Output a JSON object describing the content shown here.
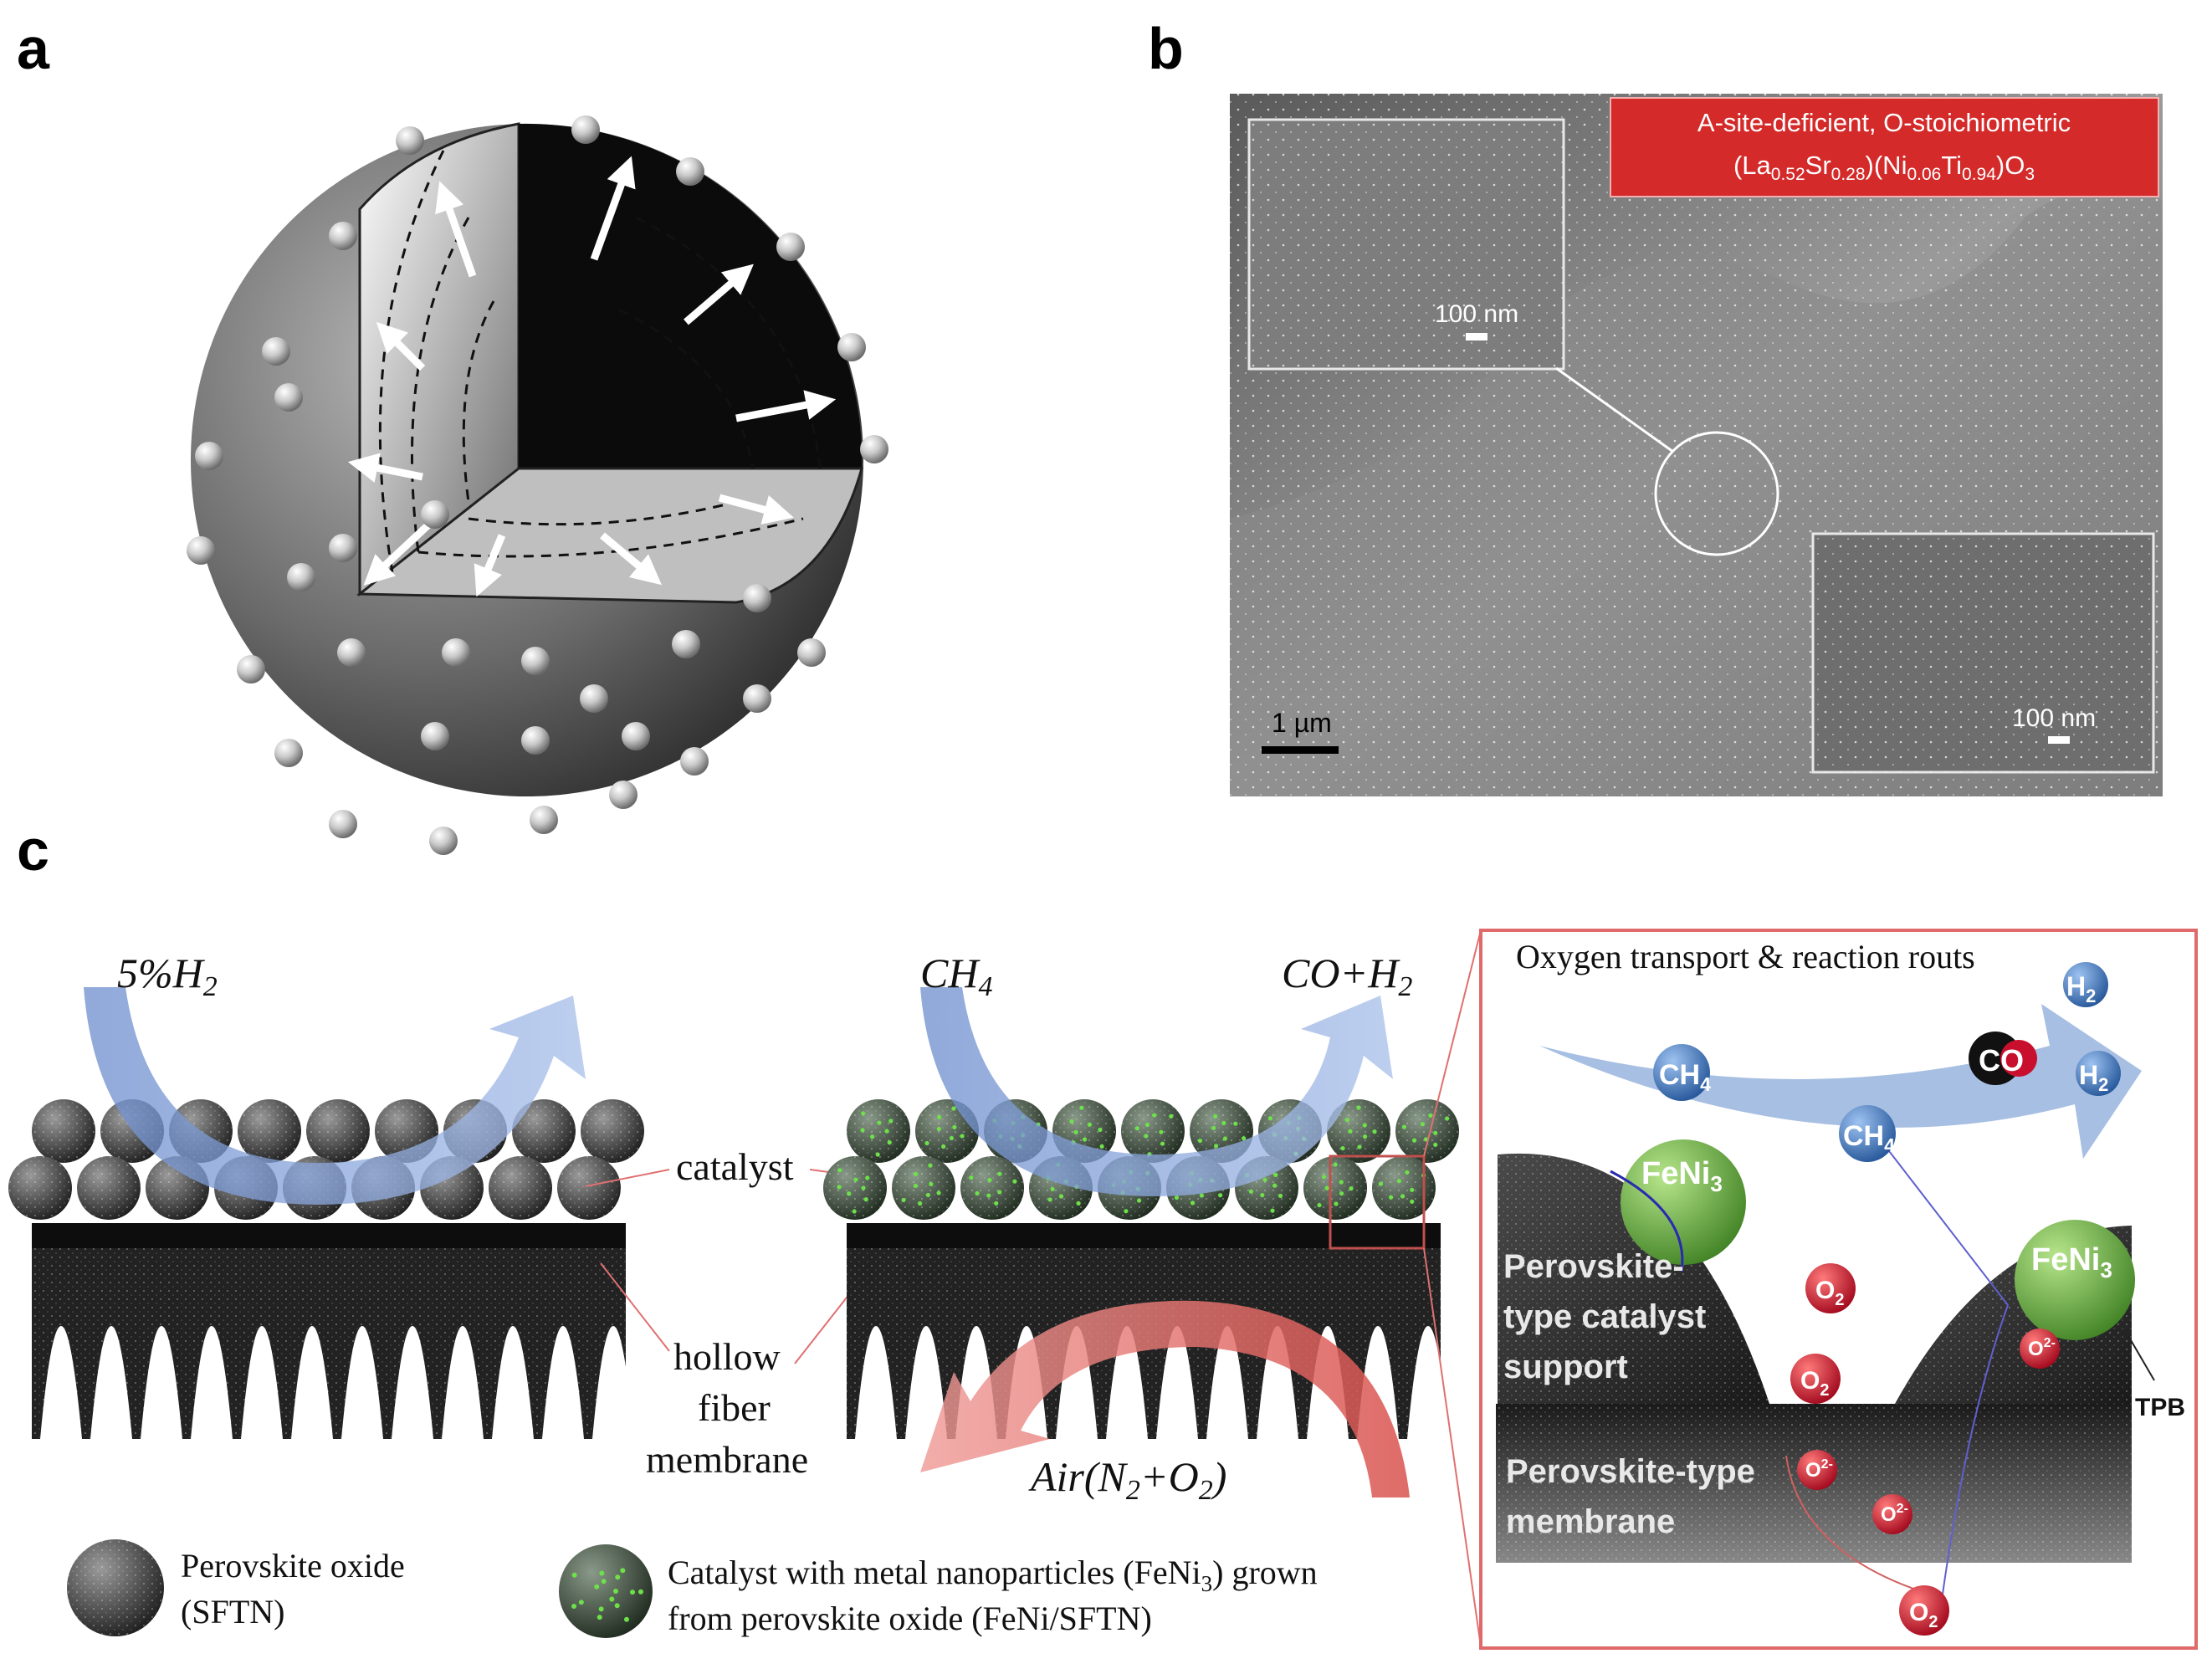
{
  "panels": {
    "a": {
      "letter": "a"
    },
    "b": {
      "letter": "b",
      "composition": {
        "line1": "A-site-deficient, O-stoichiometric",
        "line2": {
          "t1": "(La",
          "s1": "0.52",
          "t2": "Sr",
          "s2": "0.28",
          "t3": ")(Ni",
          "s3": "0.06",
          "t4": "Ti",
          "s4": "0.94",
          "t5": ")O",
          "s5": "3"
        }
      },
      "scale_inset_top": "100 nm",
      "scale_inset_bottom": "100 nm",
      "scale_main": "1 µm"
    },
    "c": {
      "letter": "c",
      "left_gas": {
        "base": "5%H",
        "sub": "2"
      },
      "mid_gas_in": {
        "base": "CH",
        "sub": "4"
      },
      "mid_gas_out": {
        "base": "CO+H",
        "sub": "2"
      },
      "air": {
        "t1": "Air(N",
        "s1": "2",
        "t2": "+O",
        "s2": "2",
        "t3": ")"
      },
      "labels": {
        "catalyst": "catalyst",
        "hollow": "hollow",
        "fiber": "fiber",
        "membrane": "membrane"
      },
      "legend": {
        "item1_line1": "Perovskite oxide",
        "item1_line2": "(SFTN)",
        "item2_line1_a": "Catalyst with metal nanoparticles (FeNi",
        "item2_line1_sub": "3",
        "item2_line1_b": ") grown",
        "item2_line2": "from perovskite oxide (FeNi/SFTN)"
      },
      "inset": {
        "title": "Oxygen transport & reaction routs",
        "h2": {
          "base": "H",
          "sub": "2"
        },
        "co": "CO",
        "ch4": {
          "base": "CH",
          "sub": "4"
        },
        "feni3": {
          "base": "FeNi",
          "sub": "3"
        },
        "o2": {
          "base": "O",
          "sub": "2"
        },
        "o2minus": {
          "base": "O",
          "sup": "2-"
        },
        "support_line1": "Perovskite-",
        "support_line2": "type catalyst",
        "support_line3": "support",
        "membrane_line1": "Perovskite-type",
        "membrane_line2": "membrane",
        "tpb": "TPB"
      }
    }
  },
  "colors": {
    "arrow_blue": "#6f8fce",
    "arrow_red": "#d9534f",
    "banner_red": "#d42a2a",
    "inset_border": "#e06a6a",
    "feni_green": "#5da83a",
    "oxygen_red": "#c8102e",
    "molecule_blue": "#3f78c4"
  }
}
